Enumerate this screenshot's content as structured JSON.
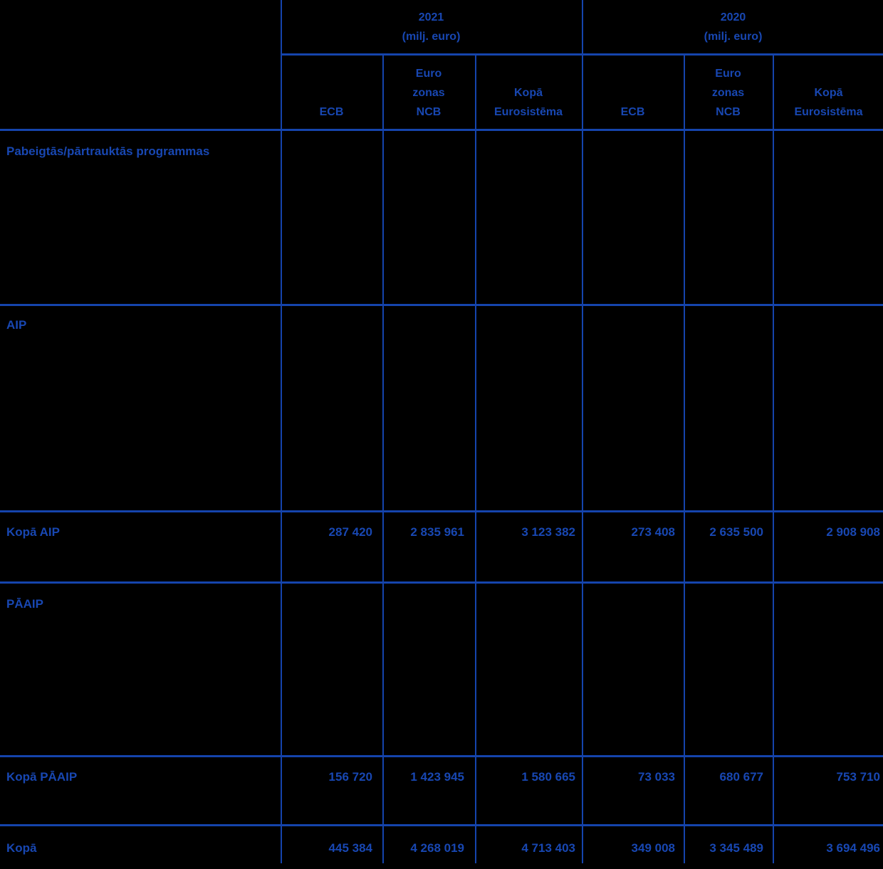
{
  "meta": {
    "background_color": "#000000",
    "accent_blue": "#1847b2",
    "grid_line_color": "#1544ac"
  },
  "header": {
    "groups": [
      {
        "year": "2021",
        "unit": "(milj. euro)"
      },
      {
        "year": "2020",
        "unit": "(milj. euro)"
      }
    ],
    "columns": [
      "ECB",
      "Euro\nzonas\nNCB",
      "Kopā\nEurosistēma",
      "ECB",
      "Euro\nzonas\nNCB",
      "Kopā\nEurosistēma"
    ]
  },
  "sections": {
    "completed": {
      "label": "Pabeigtās/pārtrauktās programmas"
    },
    "aip": {
      "label": "AIP"
    },
    "paaip": {
      "label": "PĀAIP"
    }
  },
  "rows": {
    "kopa_aip": {
      "label": "Kopā AIP",
      "values": [
        "287 420",
        "2 835 961",
        "3 123 382",
        "273 408",
        "2 635 500",
        "2 908 908"
      ]
    },
    "kopa_paaip": {
      "label": "Kopā PĀAIP",
      "values": [
        "156 720",
        "1 423 945",
        "1 580 665",
        "73 033",
        "680 677",
        "753 710"
      ]
    },
    "kopa": {
      "label": "Kopā",
      "values": [
        "445 384",
        "4 268 019",
        "4 713 403",
        "349 008",
        "3 345 489",
        "3 694 496"
      ]
    }
  },
  "chart_data": {
    "type": "table",
    "column_groups": [
      "2021 (milj. euro)",
      "2020 (milj. euro)"
    ],
    "columns": [
      "ECB",
      "Euro zonas NCB",
      "Kopā Eurosistēma",
      "ECB",
      "Euro zonas NCB",
      "Kopā Eurosistēma"
    ],
    "rows": [
      {
        "label": "Pabeigtās/pārtrauktās programmas",
        "values": []
      },
      {
        "label": "AIP",
        "values": []
      },
      {
        "label": "Kopā AIP",
        "values": [
          287420,
          2835961,
          3123382,
          273408,
          2635500,
          2908908
        ]
      },
      {
        "label": "PĀAIP",
        "values": []
      },
      {
        "label": "Kopā PĀAIP",
        "values": [
          156720,
          1423945,
          1580665,
          73033,
          680677,
          753710
        ]
      },
      {
        "label": "Kopā",
        "values": [
          445384,
          4268019,
          4713403,
          349008,
          3345489,
          3694496
        ]
      }
    ]
  }
}
